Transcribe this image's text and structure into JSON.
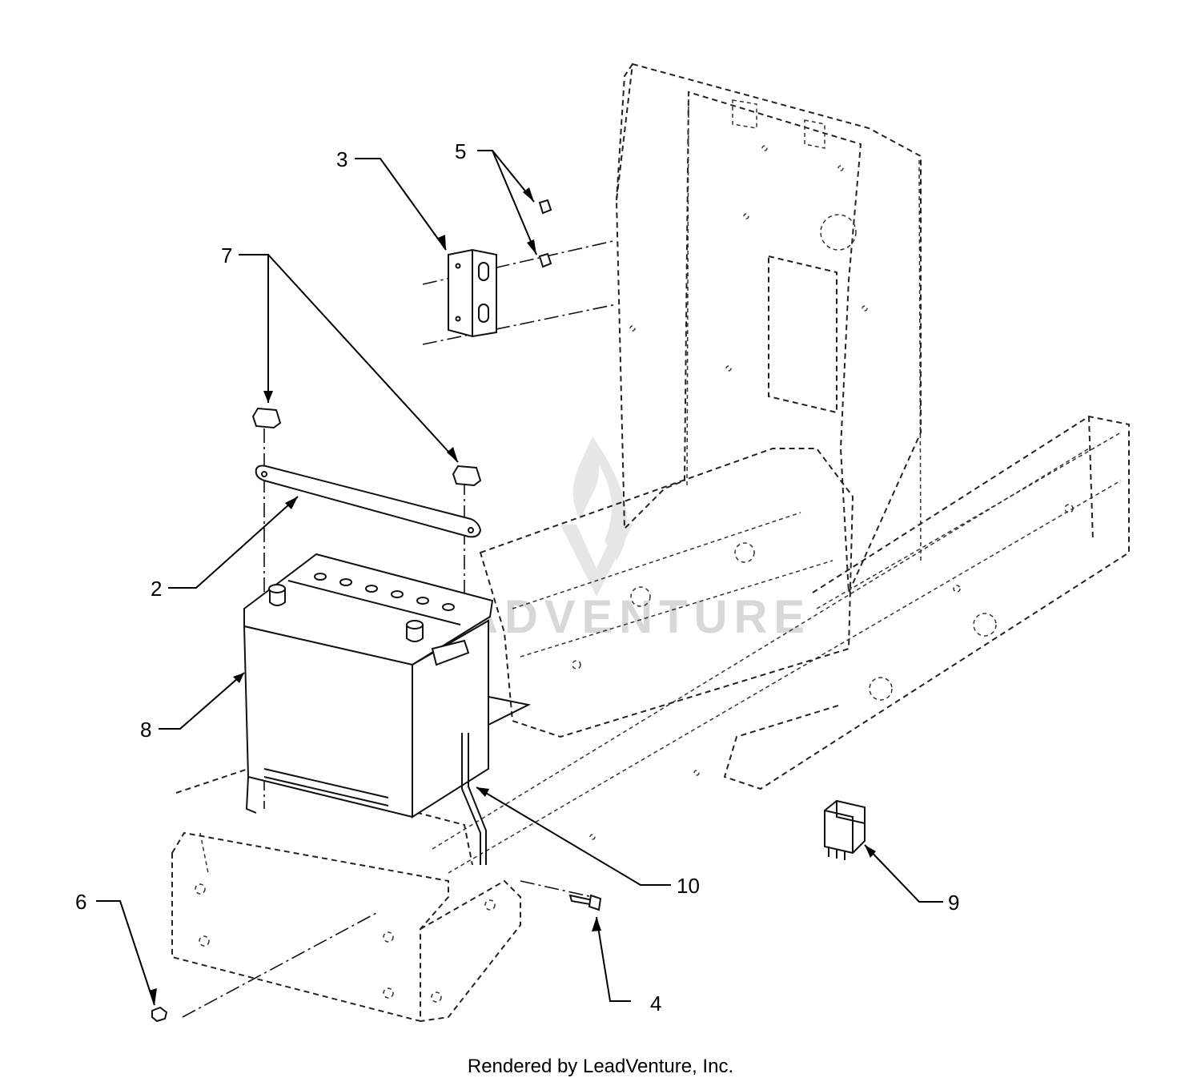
{
  "callouts": [
    {
      "id": "c2",
      "text": "2"
    },
    {
      "id": "c3",
      "text": "3"
    },
    {
      "id": "c4",
      "text": "4"
    },
    {
      "id": "c5",
      "text": "5"
    },
    {
      "id": "c6",
      "text": "6"
    },
    {
      "id": "c7",
      "text": "7"
    },
    {
      "id": "c8",
      "text": "8"
    },
    {
      "id": "c9",
      "text": "9"
    },
    {
      "id": "c10",
      "text": "10"
    }
  ],
  "watermark": "LEADVENTURE",
  "footer": "Rendered by LeadVenture, Inc."
}
